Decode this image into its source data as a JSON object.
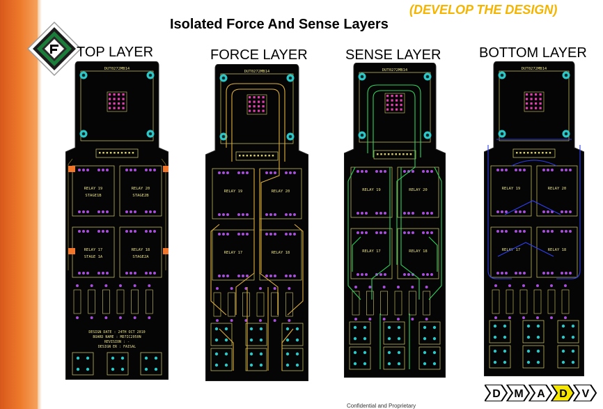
{
  "slide": {
    "title": "Isolated Force And Sense Layers",
    "section_tag": "(DEVELOP THE DESIGN)",
    "footer": "Confidential and Proprietary"
  },
  "layers": [
    {
      "label": "TOP LAYER",
      "trace_color": "#b9a13a"
    },
    {
      "label": "FORCE LAYER",
      "trace_color": "#e0b13c"
    },
    {
      "label": "SENSE LAYER",
      "trace_color": "#2fd35c"
    },
    {
      "label": "BOTTOM LAYER",
      "trace_color": "#2f3ff0"
    }
  ],
  "board": {
    "board_id": "DUT0272MB14",
    "relays": [
      "RELAY 19",
      "RELAY 20",
      "RELAY 17",
      "RELAY 18"
    ],
    "stages": [
      "STAGE1B",
      "STAGE2B",
      "STAGE 1A",
      "STAGE2A"
    ],
    "design_info": [
      "DESIGN DATE : 24TH OCT 2010",
      "BOARD NAME : MD7IC2050N",
      "REVISION : -",
      "DESIGN ER : FAISAL"
    ]
  },
  "dmadv": {
    "letters": [
      "D",
      "M",
      "A",
      "D",
      "V"
    ],
    "active_index": 3,
    "active_color": "#f5e600",
    "inactive_color": "#ffffff"
  }
}
